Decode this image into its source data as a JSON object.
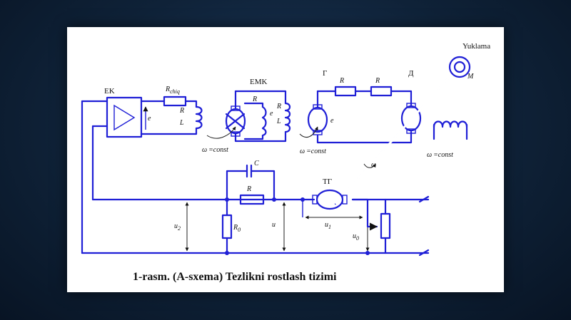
{
  "caption": "1-rasm. (A-sxema) Tezlikni rostlash tizimi",
  "labels": {
    "ek": "EK",
    "emk": "EMK",
    "gen": "Г",
    "motor": "Д",
    "tg": "ТГ",
    "load": "Yuklama",
    "r_chiq": "R",
    "r_chiq_sub": "chiq",
    "r_k": "R",
    "l_k": "L",
    "e_k": "e",
    "r_emk": "R",
    "r_qo": "R",
    "l_qo": "L",
    "e_emk": "e",
    "r_ag": "R",
    "r_ad": "R",
    "e_g": "e",
    "m_c": "M",
    "omega": "ω",
    "omega_k": "ω",
    "omega_0": "ω",
    "omega_d": "ω",
    "const": "=const",
    "c": "C",
    "r": "R",
    "r0": "R",
    "r0_sub": "0",
    "u": "u",
    "u1": "u",
    "u1_sub": "1",
    "u0": "u",
    "u0_sub": "0",
    "u2": "u",
    "u2_sub": "2"
  },
  "colors": {
    "wire": "#1f1fd6",
    "background": "#0f2238",
    "slide": "#ffffff"
  }
}
